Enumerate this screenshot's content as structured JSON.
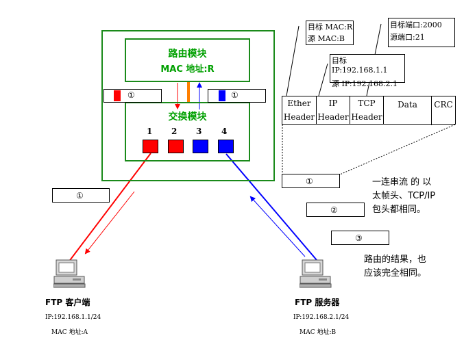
{
  "router": {
    "title": "路由模块",
    "mac": "MAC 地址:R"
  },
  "switch": {
    "title": "交换模块",
    "ports": [
      "1",
      "2",
      "3",
      "4"
    ]
  },
  "frame_markers": {
    "left": "①",
    "right": "①"
  },
  "mac_box": {
    "dst": "目标 MAC:R",
    "src": "源 MAC:B"
  },
  "ip_box": {
    "dst": "目标 IP:192.168.1.1",
    "src": "源 IP:192.168.2.1"
  },
  "port_box": {
    "dst": "目标端口:2000",
    "src": "源端口:21"
  },
  "frame_header": {
    "cells": [
      {
        "line1": "Ether",
        "line2": "Header"
      },
      {
        "line1": "IP",
        "line2": "Header"
      },
      {
        "line1": "TCP",
        "line2": "Header"
      },
      {
        "line1": "Data",
        "line2": ""
      },
      {
        "line1": "CRC",
        "line2": ""
      }
    ]
  },
  "stream": [
    "①",
    "②",
    "③"
  ],
  "left_packet": "①",
  "notes": {
    "note1_line1": "一连串流 的 以",
    "note1_line2": "太帧头、TCP/IP",
    "note1_line3": "包头都相同。",
    "note2_line1": "路由的结果，也",
    "note2_line2": "应该完全相同。"
  },
  "client": {
    "name": "FTP 客户端",
    "ip": "IP:192.168.1.1/24",
    "mac": "MAC 地址:A"
  },
  "server": {
    "name": "FTP 服务器",
    "ip": "IP:192.168.2.1/24",
    "mac": "MAC 地址:B"
  },
  "colors": {
    "green": "#1a8a1a",
    "red": "#ff0000",
    "blue": "#0000ff",
    "orange": "#ff7f00"
  }
}
